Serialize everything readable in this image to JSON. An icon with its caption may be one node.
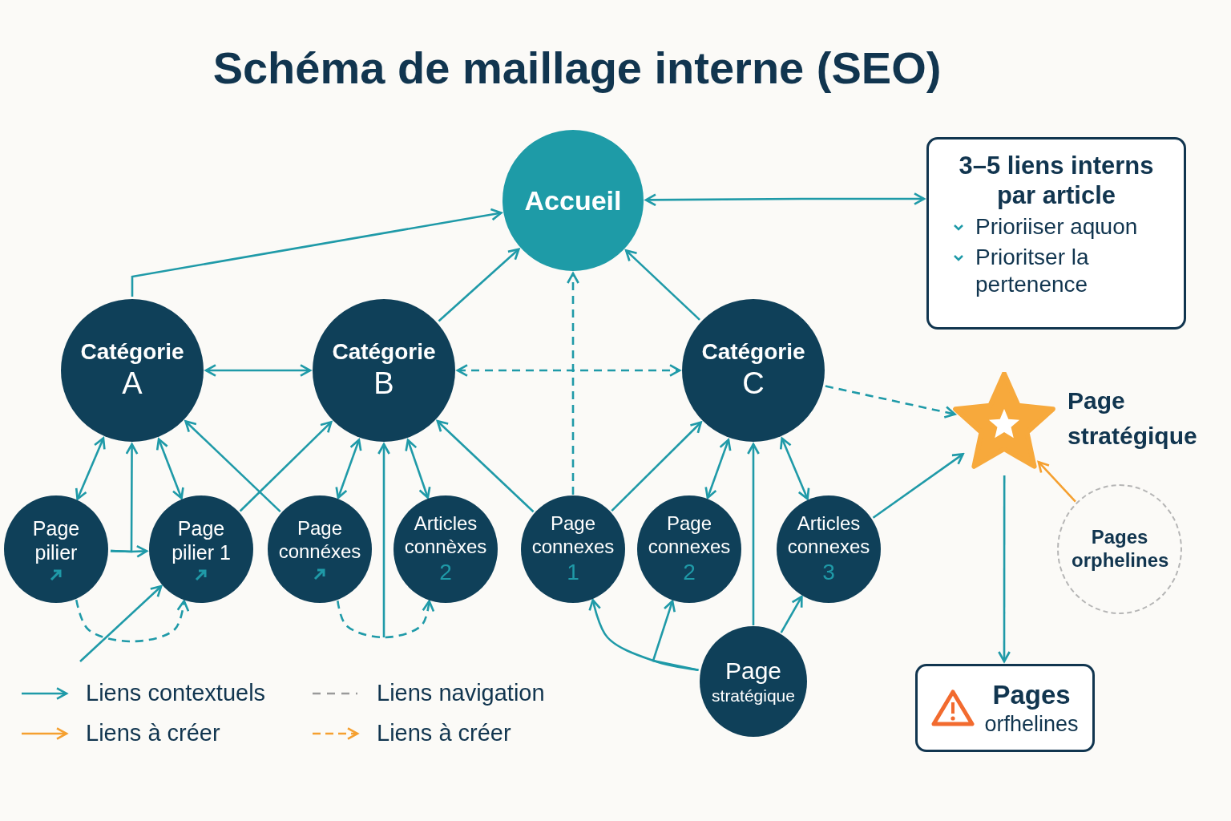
{
  "diagram": {
    "title": "Schéma de maillage interne (SEO)",
    "nodes": [
      {
        "text": [
          "Accueil"
        ]
      },
      {
        "text": [
          "3–5 liens interns par article",
          "Prioriiser aqɩuon",
          "Prioritser la pertenence"
        ]
      },
      {
        "text": [
          "Catégorie",
          "A"
        ]
      },
      {
        "text": [
          "Catégorie",
          "B"
        ]
      },
      {
        "text": [
          "Catégorie",
          "C"
        ]
      },
      {
        "text": [],
        "shape": "star",
        "beside": [
          "Page stratégique"
        ]
      },
      {
        "text": [
          "Page pilier"
        ]
      },
      {
        "text": [
          "Page pilier 1"
        ]
      },
      {
        "text": [
          "Page connéxes"
        ]
      },
      {
        "text": [
          "Articles connèxes",
          "2"
        ]
      },
      {
        "text": [
          "Page connexes",
          "1"
        ]
      },
      {
        "text": [
          "Page connexes",
          "2"
        ]
      },
      {
        "text": [
          "Articles connexes",
          "3"
        ]
      },
      {
        "text": [
          "Pages orphelines"
        ]
      },
      {
        "text": [
          "Page",
          "stratégique"
        ]
      },
      {
        "text": [
          "Pages",
          "orfhelines"
        ]
      }
    ],
    "edges": [
      {
        "from": 2,
        "to": 0,
        "arrow": "to"
      },
      {
        "from": 3,
        "to": 0,
        "arrow": "to"
      },
      {
        "from": 4,
        "to": 0,
        "arrow": "to"
      },
      {
        "from": 10,
        "to": 0,
        "arrow": "to",
        "style": "dashed"
      },
      {
        "from": 0,
        "to": 1,
        "arrow": "both"
      },
      {
        "from": 2,
        "to": 3,
        "arrow": "both"
      },
      {
        "from": 3,
        "to": 4,
        "arrow": "both",
        "style": "dashed"
      },
      {
        "from": 4,
        "to": 5,
        "arrow": "to",
        "style": "dashed"
      },
      {
        "from": 12,
        "to": 5,
        "arrow": "to"
      },
      {
        "from": 13,
        "to": 5,
        "arrow": "to",
        "color": "#f5a030"
      },
      {
        "from": 5,
        "to": 15,
        "arrow": "to"
      },
      {
        "from": 2,
        "to": 6,
        "arrow": "both"
      },
      {
        "from": 6,
        "to": 2,
        "arrow": "to"
      },
      {
        "from": 6,
        "to": 7,
        "arrow": "to"
      },
      {
        "from": 2,
        "to": 7,
        "arrow": "both"
      },
      {
        "from": 8,
        "to": 2,
        "arrow": "to"
      },
      {
        "from": 7,
        "to": 3,
        "arrow": "to"
      },
      {
        "from": 3,
        "to": 8,
        "arrow": "both"
      },
      {
        "from": 3,
        "to": 9,
        "arrow": "both"
      },
      {
        "from": null,
        "to": 7,
        "arrow": "to"
      },
      {
        "from": 6,
        "to": 7,
        "arrow": "to",
        "style": "dashed"
      },
      {
        "from": 8,
        "to": 9,
        "arrow": "to",
        "style": "dashed"
      },
      {
        "from": null,
        "to": 3,
        "arrow": "to"
      },
      {
        "from": 10,
        "to": 3,
        "arrow": "to"
      },
      {
        "from": 10,
        "to": 4,
        "arrow": "to"
      },
      {
        "from": 4,
        "to": 11,
        "arrow": "both"
      },
      {
        "from": 4,
        "to": 12,
        "arrow": "both"
      },
      {
        "from": 14,
        "to": 4,
        "arrow": "to"
      },
      {
        "from": 14,
        "to": 10,
        "arrow": "to"
      },
      {
        "from": 14,
        "to": 11,
        "arrow": "to"
      },
      {
        "from": 14,
        "to": 12,
        "arrow": "to"
      }
    ],
    "legend": [
      {
        "text": "Liens contextuels"
      },
      {
        "text": "Liens navigation"
      },
      {
        "text": "Liens à créer"
      },
      {
        "text": "Liens à créer"
      }
    ]
  }
}
